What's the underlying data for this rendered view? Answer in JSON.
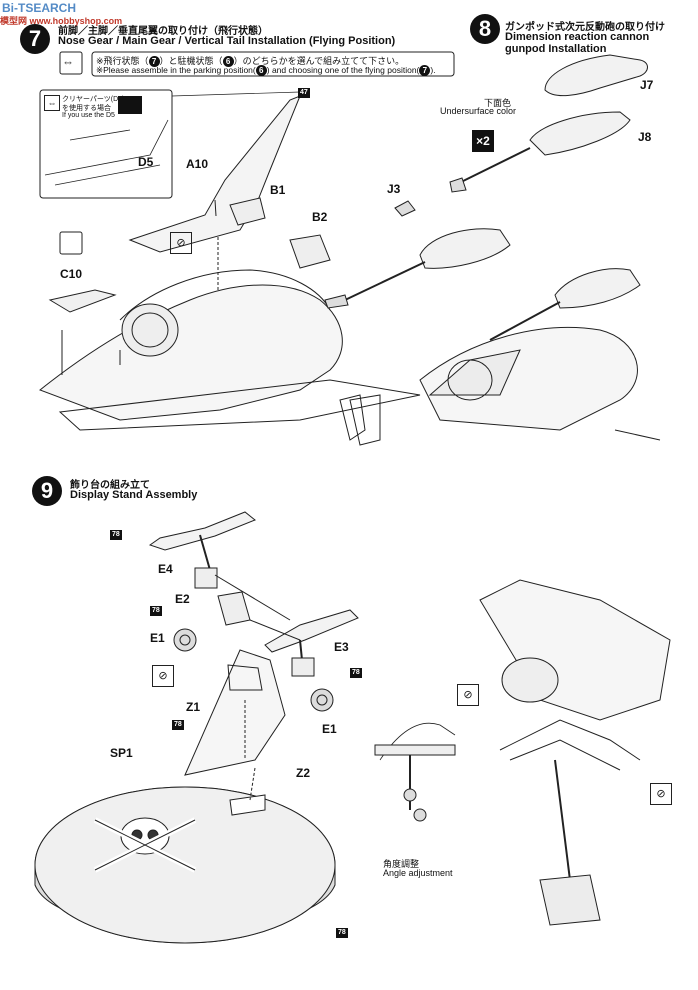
{
  "watermark": {
    "line1": "Bi-TSEARCH",
    "line2": "模型网 www.hobbyshop.com"
  },
  "step7": {
    "number": "7",
    "title_jp": "前脚／主脚／垂直尾翼の取り付け（飛行状態）",
    "title_en": "Nose Gear / Main Gear / Vertical Tail Installation (Flying Position)",
    "note_jp_prefix": "※飛行状態（",
    "note_jp_mid": "）と駐機状態（",
    "note_jp_suffix": "）のどちらかを選んで組み立てて下さい。",
    "note_en_prefix": "※Please assemble in the parking position(",
    "note_en_mid": ") and choosing one of the flying position(",
    "note_en_suffix": ").",
    "ref_flying": "7",
    "ref_parking": "6",
    "inset_jp": "クリヤーパーツ(D5)",
    "inset_jp2": "を使用する場合",
    "inset_en": "If you use the D5",
    "parts": {
      "tag": "47",
      "d5": "D5",
      "a10": "A10",
      "b1": "B1",
      "b2": "B2",
      "c10": "C10"
    }
  },
  "step8": {
    "number": "8",
    "title_jp": "ガンポッド式次元反動砲の取り付け",
    "title_en_1": "Dimension reaction cannon",
    "title_en_2": "gunpod Installation",
    "color_jp": "下面色",
    "color_en": "Undersurface color",
    "multiplier": "×2",
    "parts": {
      "j7": "J7",
      "j8": "J8",
      "j3": "J3"
    }
  },
  "step9": {
    "number": "9",
    "title_jp": "飾り台の組み立て",
    "title_en": "Display Stand Assembly",
    "angle_jp": "角度調整",
    "angle_en": "Angle adjustment",
    "tag": "78",
    "parts": {
      "e4": "E4",
      "e2": "E2",
      "e1a": "E1",
      "e3": "E3",
      "e1b": "E1",
      "z1": "Z1",
      "z2": "Z2",
      "sp1": "SP1"
    }
  }
}
